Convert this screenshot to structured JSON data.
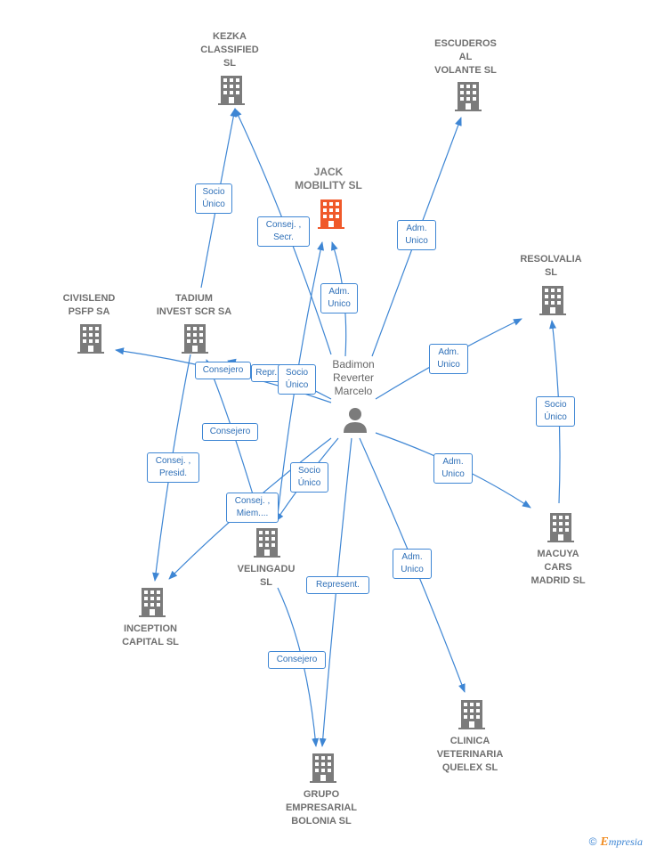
{
  "focus_company": "JACK\nMOBILITY  SL",
  "person": "Badimon\nReverter\nMarcelo",
  "companies": {
    "kezka": "KEZKA\nCLASSIFIED\nSL",
    "escuderos": "ESCUDEROS\nAL\nVOLANTE  SL",
    "resolvalia": "RESOLVALIA\nSL",
    "civislend": "CIVISLEND\nPSFP SA",
    "tadium": "TADIUM\nINVEST SCR SA",
    "macuya": "MACUYA\nCARS\nMADRID  SL",
    "velingadu": "VELINGADU\nSL",
    "inception": "INCEPTION\nCAPITAL  SL",
    "clinica": "CLINICA\nVETERINARIA\nQUELEX SL",
    "grupo": "GRUPO\nEMPRESARIAL\nBOLONIA  SL"
  },
  "edge_labels": {
    "tadium_kezka": "Socio\nÚnico",
    "person_kezka": "Consej. ,\nSecr.",
    "person_jack": "Adm.\nUnico",
    "person_escuderos": "Adm.\nUnico",
    "person_resolvalia": "Adm.\nUnico",
    "macuya_resolvalia": "Socio\nÚnico",
    "person_civislend": "Consejero",
    "person_tadium": "Repr...",
    "velingadu_jack": "Socio\nÚnico",
    "velingadu_tadium": "Consejero",
    "tadium_inception": "Consej. ,\nPresid.",
    "person_velingadu_socio": "Socio\nÚnico",
    "person_velingadu_consej": "Consej. ,\nMiem....",
    "person_macuya": "Adm.\nUnico",
    "person_clinica": "Adm.\nUnico",
    "person_grupo": "Represent.",
    "velingadu_grupo": "Consejero"
  },
  "colors": {
    "edge": "#3e86d4",
    "building": "#7b7b7b",
    "focus_building": "#f0592a",
    "person": "#7b7b7b"
  },
  "copyright": {
    "symbol": "©",
    "first_letter": "E",
    "rest": "mpresia"
  }
}
